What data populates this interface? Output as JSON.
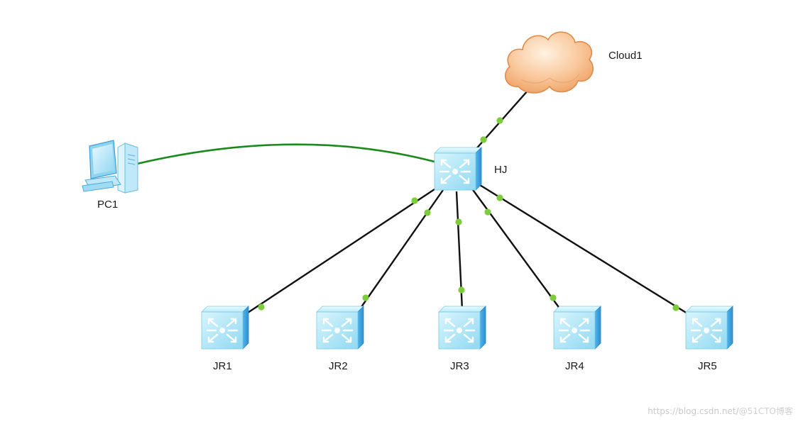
{
  "diagram": {
    "nodes": {
      "cloud1": {
        "label": "Cloud1",
        "kind": "cloud-icon"
      },
      "hj": {
        "label": "HJ",
        "kind": "switch-icon"
      },
      "pc1": {
        "label": "PC1",
        "kind": "pc-icon"
      },
      "jr1": {
        "label": "JR1",
        "kind": "switch-icon"
      },
      "jr2": {
        "label": "JR2",
        "kind": "switch-icon"
      },
      "jr3": {
        "label": "JR3",
        "kind": "switch-icon"
      },
      "jr4": {
        "label": "JR4",
        "kind": "switch-icon"
      },
      "jr5": {
        "label": "JR5",
        "kind": "switch-icon"
      }
    },
    "links": [
      {
        "from": "hj",
        "to": "cloud1",
        "style": "ethernet"
      },
      {
        "from": "pc1",
        "to": "hj",
        "style": "console"
      },
      {
        "from": "hj",
        "to": "jr1",
        "style": "ethernet"
      },
      {
        "from": "hj",
        "to": "jr2",
        "style": "ethernet"
      },
      {
        "from": "hj",
        "to": "jr3",
        "style": "ethernet"
      },
      {
        "from": "hj",
        "to": "jr4",
        "style": "ethernet"
      },
      {
        "from": "hj",
        "to": "jr5",
        "style": "ethernet"
      }
    ],
    "colors": {
      "ethernet_link": "#111111",
      "console_link": "#1a8a1a",
      "port_dot": "#7ccc3c",
      "switch_front": "#aee6f7",
      "switch_side": "#3fa6e0",
      "cloud_fill": "#f6b985"
    }
  },
  "watermark": {
    "url": "https://blog.csdn.net/",
    "brand": "@51CTO博客"
  }
}
